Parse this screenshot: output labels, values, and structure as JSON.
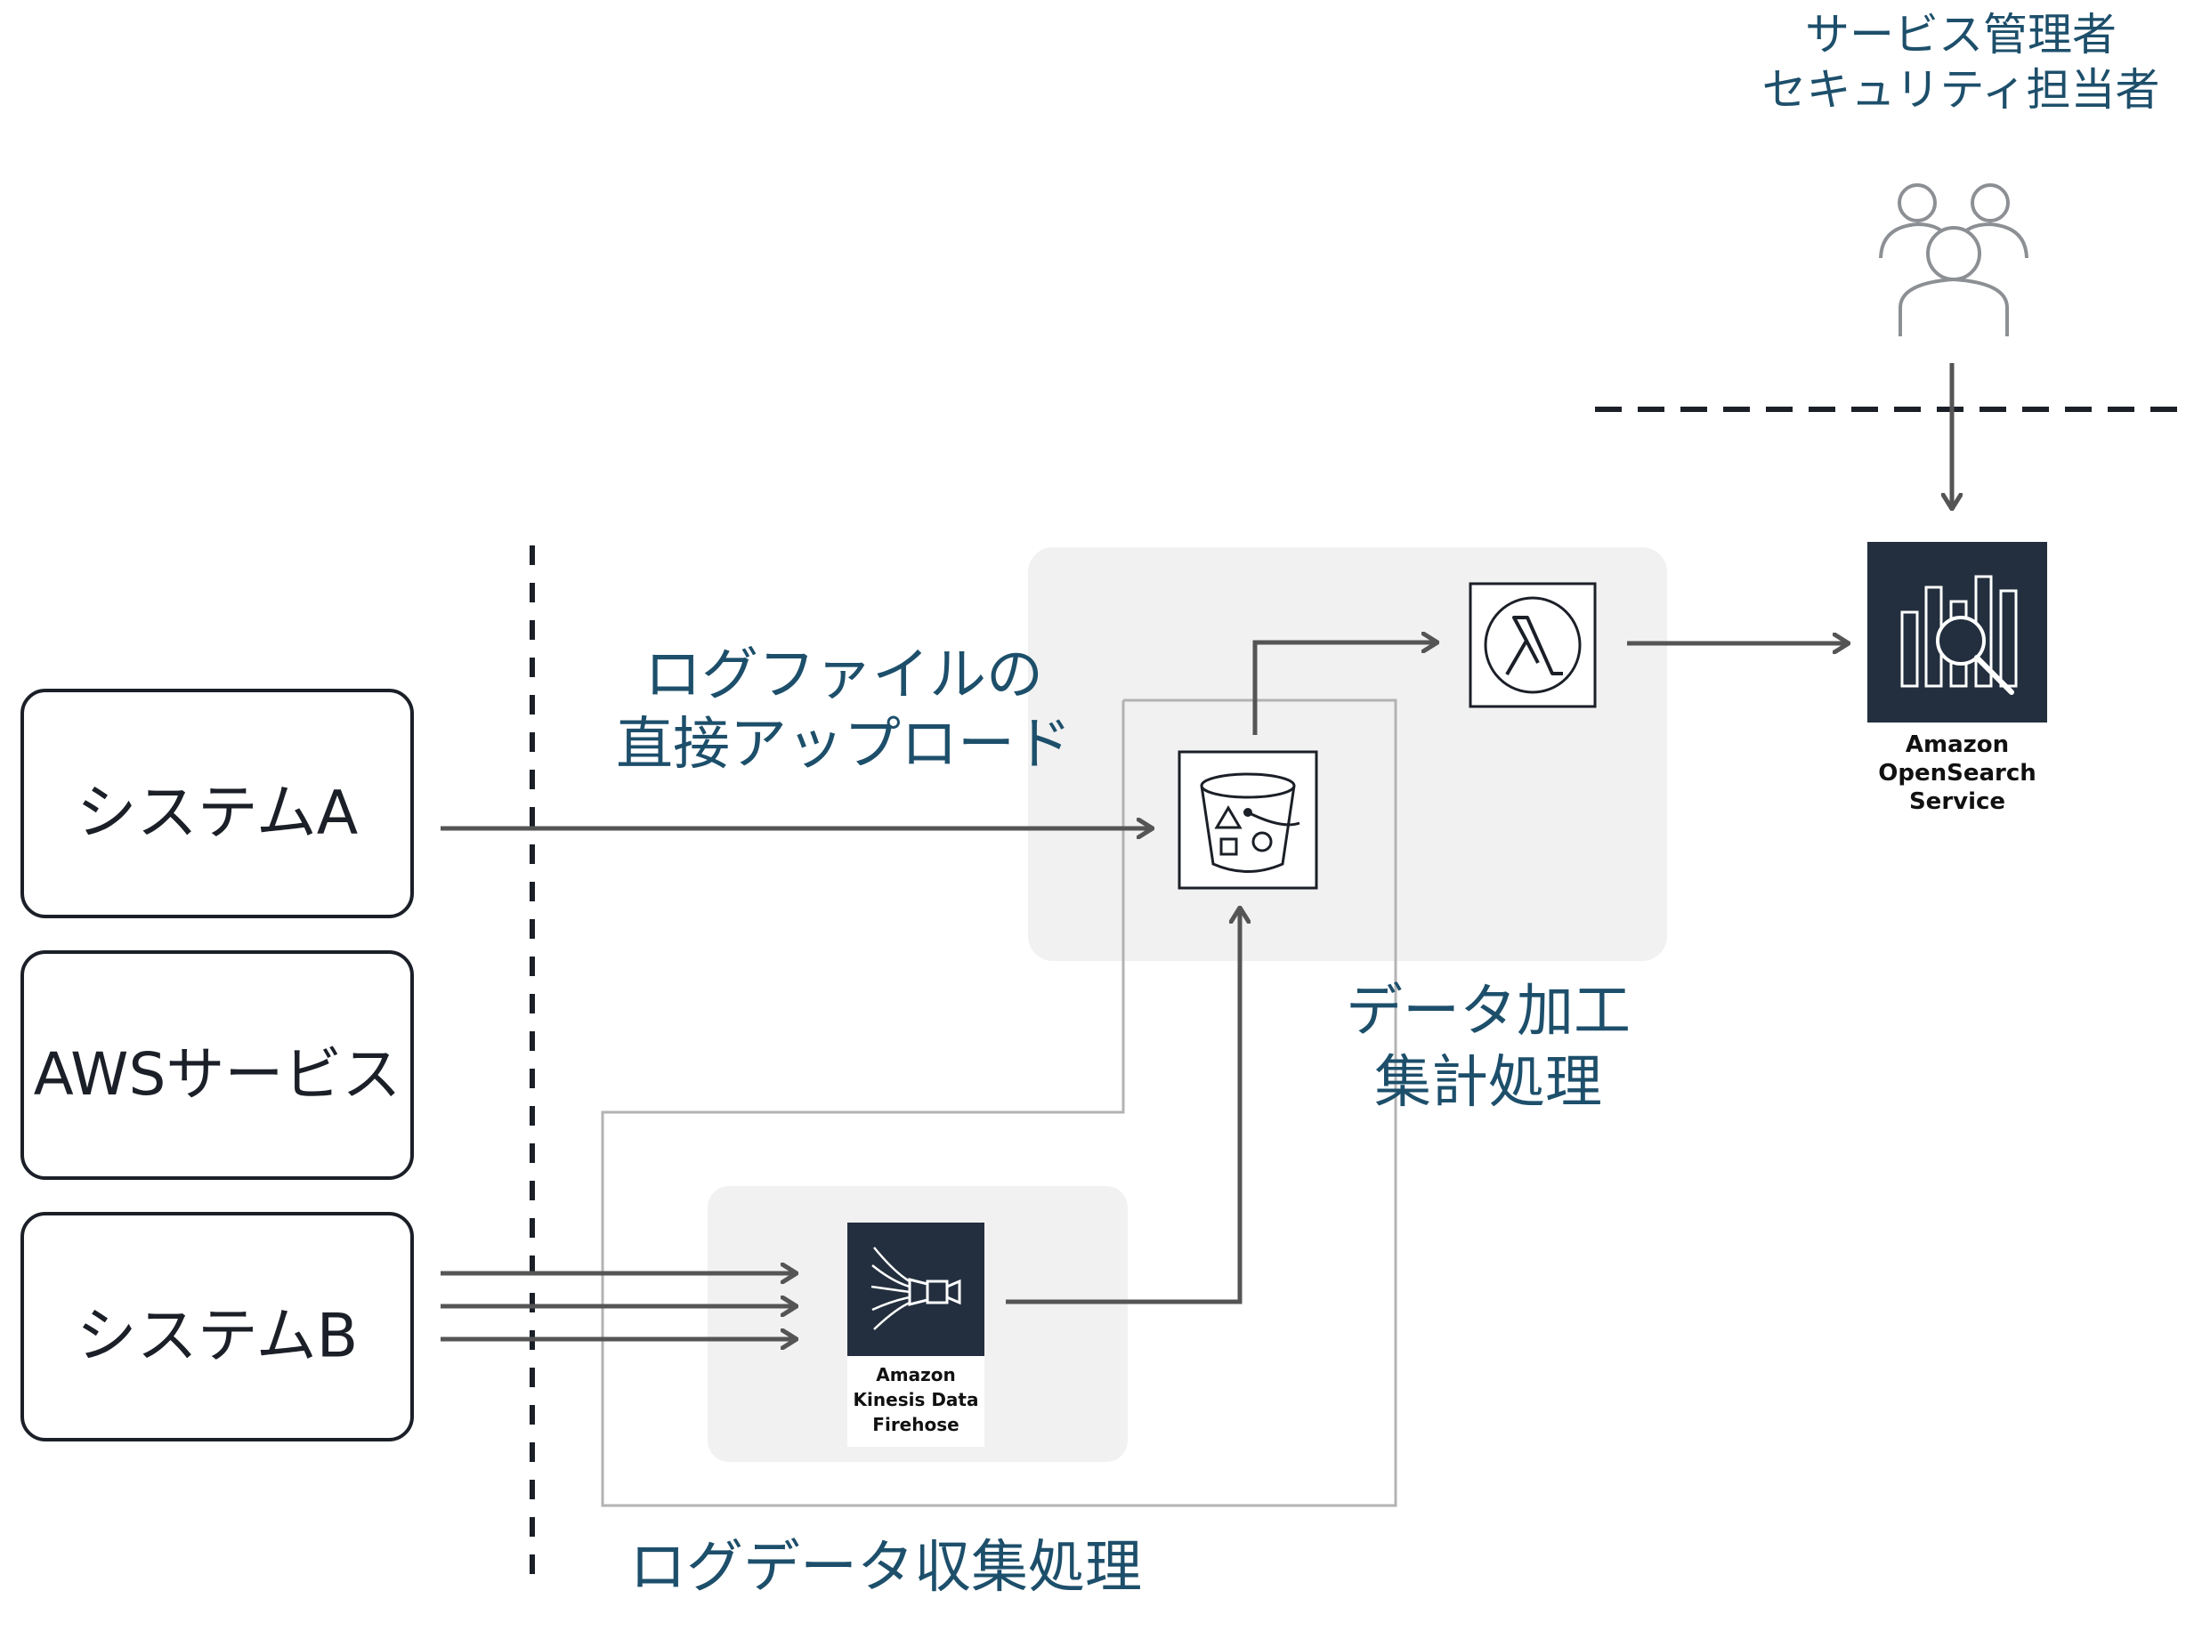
{
  "sources": {
    "system_a": "システムA",
    "aws_service": "AWSサービス",
    "system_b": "システムB"
  },
  "users": {
    "line1": "サービス管理者",
    "line2": "セキュリティ担当者",
    "icon": "users-icon"
  },
  "flows": {
    "direct_upload_line1": "ログファイルの",
    "direct_upload_line2": "直接アップロード"
  },
  "groups": {
    "processing_line1": "データ加工",
    "processing_line2": "集計処理",
    "collection": "ログデータ収集処理"
  },
  "services": {
    "firehose": {
      "line1": "Amazon",
      "line2": "Kinesis Data",
      "line3": "Firehose",
      "icon": "kinesis-firehose-icon"
    },
    "s3": {
      "icon": "s3-bucket-icon"
    },
    "lambda": {
      "icon": "lambda-icon"
    },
    "opensearch": {
      "line1": "Amazon",
      "line2": "OpenSearch",
      "line3": "Service",
      "icon": "opensearch-icon"
    }
  },
  "colors": {
    "label_teal": "#1d4f6b",
    "arrow_gray": "#555555",
    "service_dark": "#232f3e",
    "group_bg": "#f1f1f1",
    "user_gray": "#8c8f93"
  }
}
